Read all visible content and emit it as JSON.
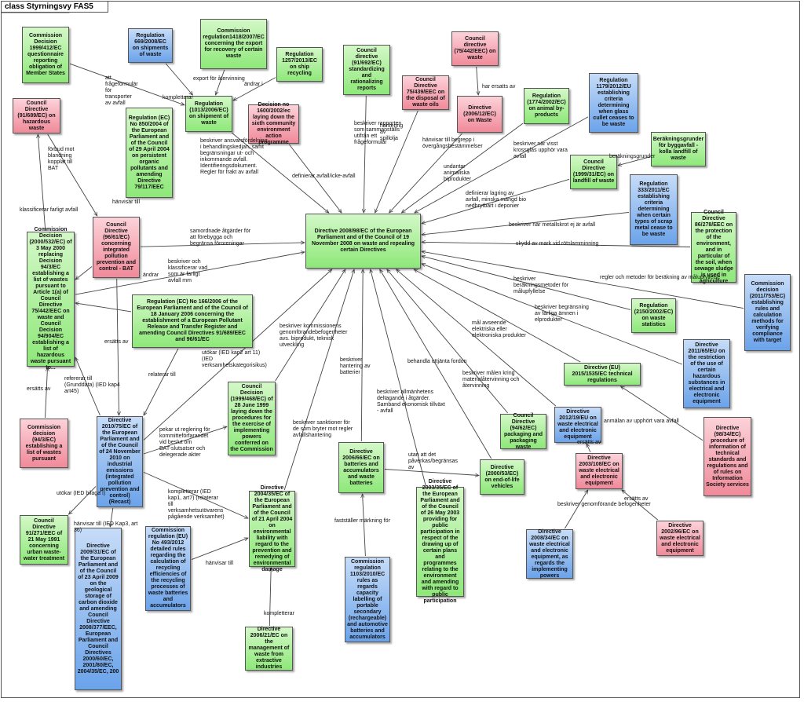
{
  "diagram": {
    "title": "class Styrningsvy FAS5",
    "colors": {
      "green": "#a8f097",
      "red": "#f4a0ae",
      "blue": "#7fb0ee",
      "line": "#444444"
    },
    "nodes": [
      {
        "id": "n1",
        "color": "green",
        "text": "Commission Decision 1999/412/EC questionnaire reporting obligation of Member States"
      },
      {
        "id": "n2",
        "color": "blue",
        "text": "Regulation 669/2008/EC on shipments of waste"
      },
      {
        "id": "n3",
        "color": "green",
        "text": "Commission regulation1418/2007/EC concerning the export for recovery of certain waste"
      },
      {
        "id": "n4",
        "color": "green",
        "text": "Regulation 1257/2013/EC on ship recycling"
      },
      {
        "id": "n5",
        "color": "green",
        "text": "Council directive (91/692/EC) standardizing and rationalizing reports"
      },
      {
        "id": "n6",
        "color": "red",
        "text": "Council directive (75/442/EEC) on waste"
      },
      {
        "id": "n7",
        "color": "red",
        "text": "Council Directive 75/439/EEC on the disposal of waste oils"
      },
      {
        "id": "n8",
        "color": "red",
        "text": "Directive (2006/12/EC) on Waste"
      },
      {
        "id": "n9",
        "color": "green",
        "text": "Regulation (1774/2002/EC) on animal by-products"
      },
      {
        "id": "n10",
        "color": "blue",
        "text": "Regulation 1179/2012/EU establishing criteria determining when glass cullet ceases to be waste"
      },
      {
        "id": "n11",
        "color": "red",
        "text": "Council Directive (91/689/EC) on hazardous waste"
      },
      {
        "id": "n12",
        "color": "green",
        "text": "Regulation (1013/2006/EC) on shipment of waste"
      },
      {
        "id": "n13",
        "color": "red",
        "text": "Decision no 1600/2002/ec laying down the sixth community environment action programme"
      },
      {
        "id": "n14",
        "color": "green",
        "text": "Regulation (EC) No 850/2004 of the European Parliament and of the Council of 29 April 2004 on persistent organic pollutants and amending Directive 79/117/EEC"
      },
      {
        "id": "n15",
        "color": "green",
        "text": "Beräkningsgrunder för byggavfall - kolla landfill of waste"
      },
      {
        "id": "n16",
        "color": "green",
        "text": "Council Directive (1999/31/EC) on landfill of waste"
      },
      {
        "id": "n17",
        "color": "blue",
        "text": "Regulation 333/2011/EC establishing criteria determining when certain types of scrap metal cease to be waste"
      },
      {
        "id": "n18",
        "color": "green",
        "text": "Directive 2008/98/EC of the European Parliament and of the Council of 19 November 2008 on waste and repealing certain Directives"
      },
      {
        "id": "n19",
        "color": "red",
        "text": "Council Directive (96/61/EC) concerning integrated pollution prevention and control - BAT"
      },
      {
        "id": "n20",
        "color": "green",
        "text": "Commission Decision (2000/532/EC) of 3 May 2000 replacing Decision 94/3/EC establishing a list of wastes pursuant to Article 1(a) of Council Directive 75/442/EEC on waste and Council Decision 94/904/EC establishing a list of hazardous waste pursuant to..."
      },
      {
        "id": "n21",
        "color": "green",
        "text": "Council Directive 86/278/EEC on the protection of the environment, and in particular of the soil, when sewage sludge is used in agriculture"
      },
      {
        "id": "n22",
        "color": "blue",
        "text": "Commission decision (2011/753/EC) establishing rules and calculation methods for verifying compliance with target"
      },
      {
        "id": "n23",
        "color": "green",
        "text": "Regulation (EC) No 166/2006 of the European Parliament and of the Council of 18 January 2006 concerning the establishment of a European Pollutant Release and Transfer Register and amending Council Directives 91/689/EEC and 96/61/EC"
      },
      {
        "id": "n24",
        "color": "green",
        "text": "Regulation (2150/2002/EC) on waste statistics"
      },
      {
        "id": "n25",
        "color": "blue",
        "text": "Directive 2011/65/EU on the restriction of the use of certain hazardous substances in electrical and electronic equipment"
      },
      {
        "id": "n26",
        "color": "green",
        "text": "Directive (EU) 2015/1535/EC technical regulations"
      },
      {
        "id": "n27",
        "color": "green",
        "text": "Council Decision (1999/468/EC) of 28 June 1999 laying down the procedures for the exercise of implementing powers conferred on the Commission"
      },
      {
        "id": "n28",
        "color": "red",
        "text": "Commission decision (94/3/EC) establishing a list of wastes pursuant"
      },
      {
        "id": "n29",
        "color": "blue",
        "text": "Directive 2010/75/EC of the European Parliament and of the Council of 24 November 2010 on industrial emissions (integrated pollution prevention and control) (Recast)"
      },
      {
        "id": "n30",
        "color": "green",
        "text": "Council Directive (94/62/EC) packaging and packaging waste"
      },
      {
        "id": "n31",
        "color": "blue",
        "text": "Directive 2012/19/EU on waste electrical and electronic equipment"
      },
      {
        "id": "n32",
        "color": "red",
        "text": "Directive (98/34/EC) procedure of information of technical standards and regulations and of rules on Information Society services"
      },
      {
        "id": "n33",
        "color": "green",
        "text": "Directive 2006/66/EC on batteries and accumulators and waste batteries"
      },
      {
        "id": "n34",
        "color": "green",
        "text": "Directive (2000/53/EC) on end-of-life vehicles"
      },
      {
        "id": "n35",
        "color": "red",
        "text": "Directive 2003/108/EC on waste electrical and electronic equipment"
      },
      {
        "id": "n36",
        "color": "green",
        "text": "Council Directive 91/271/EEC of 21 May 1991 concerning urban waste-water treatment"
      },
      {
        "id": "n37",
        "color": "green",
        "text": "Directive 2004/35/EC of the European Parliament and of the Council of 21 April 2004 on environmental liability with regard to the prevention and remedying of environmental damage"
      },
      {
        "id": "n38",
        "color": "green",
        "text": "Directive 2003/35/EC of the European Parliament and of the Council of 26 May 2003 providing for public participation in respect of the drawing up of certain plans and programmes relating to the environment and amending with regard to public participation"
      },
      {
        "id": "n39",
        "color": "blue",
        "text": "Directive 2008/34/EC on waste electrical and electronic equipment, as regards the implementing powers"
      },
      {
        "id": "n40",
        "color": "red",
        "text": "Directive 2002/96/EC on waste electrical and electronic equipment"
      },
      {
        "id": "n41",
        "color": "blue",
        "text": "Directive 2009/31/EC of the European Parliament and of the Council of 23 April 2009 on the geological storage of carbon dioxide and amending Council Directive 2008/377/EEC, European Parliament and Council Directives 2000/60/EC, 2001/80/EC, 2004/35/EC, 200"
      },
      {
        "id": "n42",
        "color": "blue",
        "text": "Commission regulation (EU) No 493/2012 detailed rules regarding the calculation of recycling efficiencies of the recycling processes of waste batteries and accumulators"
      },
      {
        "id": "n43",
        "color": "blue",
        "text": "Commission regulation 1103/2010/EC rules as regards capacity labelling of portable secondary (rechargeable) and automotive batteries and accumulators"
      },
      {
        "id": "n44",
        "color": "green",
        "text": "Directive 2006/21/EC on the management of waste from extractive industries"
      }
    ],
    "edges": [
      {
        "from": "n1",
        "to": "n12",
        "label": "att frågeformulär för transporter av avfall"
      },
      {
        "from": "n2",
        "to": "n12",
        "label": "kompletterar"
      },
      {
        "from": "n3",
        "to": "n12",
        "label": "export för återvinning"
      },
      {
        "from": "n4",
        "to": "n12",
        "label": "ändrar i"
      },
      {
        "from": "n12",
        "to": "n18",
        "label": "beskriver ansvarsfördelning i behandlingskedjan, samt begränsningar ut- och inkommande avfall. Identifieringsdokument. Regler för frakt av avfall"
      },
      {
        "from": "n13",
        "to": "n18",
        "label": "definierar avfall/icke-avfall"
      },
      {
        "from": "n5",
        "to": "n18",
        "label": "beskriver rapporten som sammanställs utifrån ett frågeformulär"
      },
      {
        "from": "n7",
        "to": "n18",
        "label": "hantering av spillolja"
      },
      {
        "from": "n6",
        "to": "n8",
        "label": "har ersatts av"
      },
      {
        "from": "n8",
        "to": "n18",
        "label": "hänvisar till begrepp i övergångsbestämmelser"
      },
      {
        "from": "n9",
        "to": "n18",
        "label": "undantar animaliska biprodukter"
      },
      {
        "from": "n10",
        "to": "n18",
        "label": "beskriver när visst krossglas upphör vara avfall"
      },
      {
        "from": "n15",
        "to": "n16",
        "label": "beräkningsgrunder"
      },
      {
        "from": "n16",
        "to": "n18",
        "label": "definierar lagring av avfall, minska mängd bio nedbrytbart i deponier"
      },
      {
        "from": "n17",
        "to": "n18",
        "label": "beskriver när metallskrot ej är avfall"
      },
      {
        "from": "n21",
        "to": "n18",
        "label": "skydd av mark vid rötslamminning"
      },
      {
        "from": "n22",
        "to": "n18",
        "label": "regler och metoder för beräkning av målupfyllelse"
      },
      {
        "from": "n24",
        "to": "n18",
        "label": "beskriver beräkningsmetoder för målupfyllelse"
      },
      {
        "from": "n25",
        "to": "n18",
        "label": "beskriver begränsning av farliga ämnen i elprodukter"
      },
      {
        "from": "n26",
        "to": "n18",
        "label": "mål avseende elektriska eller elektroniska produkter"
      },
      {
        "from": "n11",
        "to": "n19",
        "label": "förbud mot blandning kopplat till BAT"
      },
      {
        "from": "n20",
        "to": "n11",
        "label": "klassificerar farligt avfall"
      },
      {
        "from": "n19",
        "to": "n20",
        "label": "hänvisar till"
      },
      {
        "from": "n19",
        "to": "n18",
        "label": "samordnade åtgärder för att förebygga och begränsa föroreningar"
      },
      {
        "from": "n20",
        "to": "n18",
        "label": "beskriver och klassificerar vad som är farligt avfall mm"
      },
      {
        "from": "n23",
        "to": "n20",
        "label": "ändrar"
      },
      {
        "from": "n19",
        "to": "n29",
        "label": "ersätts av"
      },
      {
        "from": "n23",
        "to": "n29",
        "label": "relaterar till"
      },
      {
        "from": "n29",
        "to": "n18",
        "label": "utökar (IED kap2 art 11) (IED verksamhetskategorisikus)"
      },
      {
        "from": "n29",
        "to": "n20",
        "label": "refererar till (Grunddata) (IED kap4 art45)"
      },
      {
        "from": "n28",
        "to": "n20",
        "label": "ersätts av"
      },
      {
        "from": "n27",
        "to": "n18",
        "label": "beskriver kommissionens genomförandebefogenheter avs. biprodukt, teknisk utveckling"
      },
      {
        "from": "n29",
        "to": "n27",
        "label": "pekar ut reglering för kommitteförfarandet vid beslut om BAT-slutsatser och delegerade akter"
      },
      {
        "from": "n29",
        "to": "n37",
        "label": "kompletterar (IED kap1, art7) (relaterar till verksamhetsutövarens pågående verksamhet)"
      },
      {
        "from": "n29",
        "to": "n36",
        "label": "utökar (IED bilaga I)"
      },
      {
        "from": "n29",
        "to": "n41",
        "label": "hänvisar till (IED Kap3, art 36)"
      },
      {
        "from": "n37",
        "to": "n18",
        "label": "beskriver sanktioner för de som bryter mot regler avfallshantering"
      },
      {
        "from": "n33",
        "to": "n18",
        "label": "beskriver hantering av batterier"
      },
      {
        "from": "n38",
        "to": "n18",
        "label": "beskriver allmänhetens deltagande i åtgärder. Samband ekonomisk tillväxt - avfall"
      },
      {
        "from": "n34",
        "to": "n18",
        "label": "behandla uttjänta fordon"
      },
      {
        "from": "n30",
        "to": "n18",
        "label": "beskriver målen kring materialåtervinning och återvinning"
      },
      {
        "from": "n31",
        "to": "n18",
        "label": ""
      },
      {
        "from": "n33",
        "to": "n34",
        "label": "utan att det påverkas/begränsas av"
      },
      {
        "from": "n32",
        "to": "n26",
        "label": "anmälan av upphört vara avfall"
      },
      {
        "from": "n35",
        "to": "n31",
        "label": "ersätts av"
      },
      {
        "from": "n39",
        "to": "n35",
        "label": "beskriver genomförande befogenheter"
      },
      {
        "from": "n40",
        "to": "n35",
        "label": "ersätts av"
      },
      {
        "from": "n42",
        "to": "n37",
        "label": "hänvisar till"
      },
      {
        "from": "n43",
        "to": "n33",
        "label": "fastställer märkning för"
      },
      {
        "from": "n44",
        "to": "n37",
        "label": "kompletterar"
      }
    ]
  }
}
